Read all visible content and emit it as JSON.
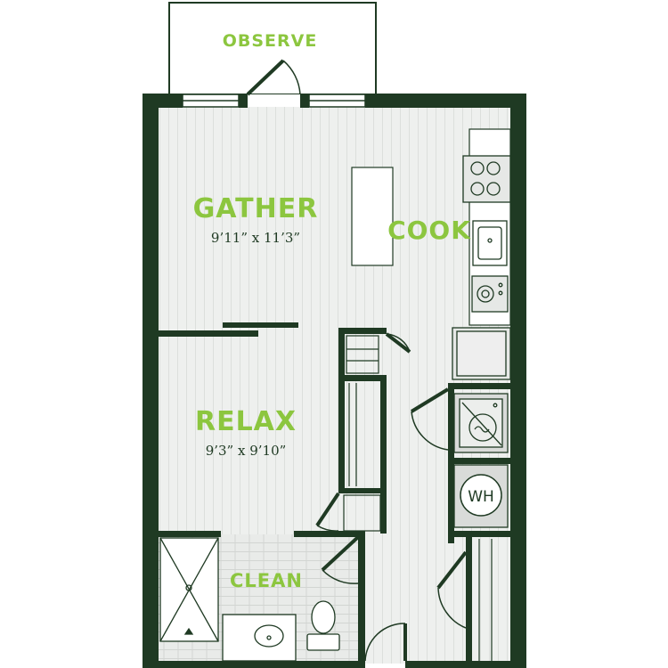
{
  "colors": {
    "wall": "#1f3a23",
    "label": "#8cc63f",
    "floor": "#eef0ee",
    "tile": "#e6e8e6",
    "fixture": "#1f3a23",
    "appliance": "#d9dbd9"
  },
  "rooms": {
    "observe": {
      "label": "OBSERVE"
    },
    "gather": {
      "label": "GATHER",
      "dimensions": "9’11” x 11’3”"
    },
    "cook": {
      "label": "COOK"
    },
    "relax": {
      "label": "RELAX",
      "dimensions": "9’3” x 9’10”"
    },
    "clean": {
      "label": "CLEAN"
    }
  },
  "fixtures": {
    "water_heater": {
      "label": "WH",
      "icon": "water-heater-icon"
    },
    "range": {
      "icon": "cooktop-icon"
    },
    "sink": {
      "icon": "kitchen-sink-icon"
    },
    "dishwasher": {
      "icon": "dishwasher-icon"
    },
    "refrigerator": {
      "icon": "refrigerator-icon"
    },
    "washer_dryer": {
      "icon": "washer-dryer-icon"
    },
    "shower": {
      "icon": "shower-icon"
    },
    "vanity": {
      "icon": "bathroom-sink-icon"
    },
    "toilet": {
      "icon": "toilet-icon"
    }
  }
}
